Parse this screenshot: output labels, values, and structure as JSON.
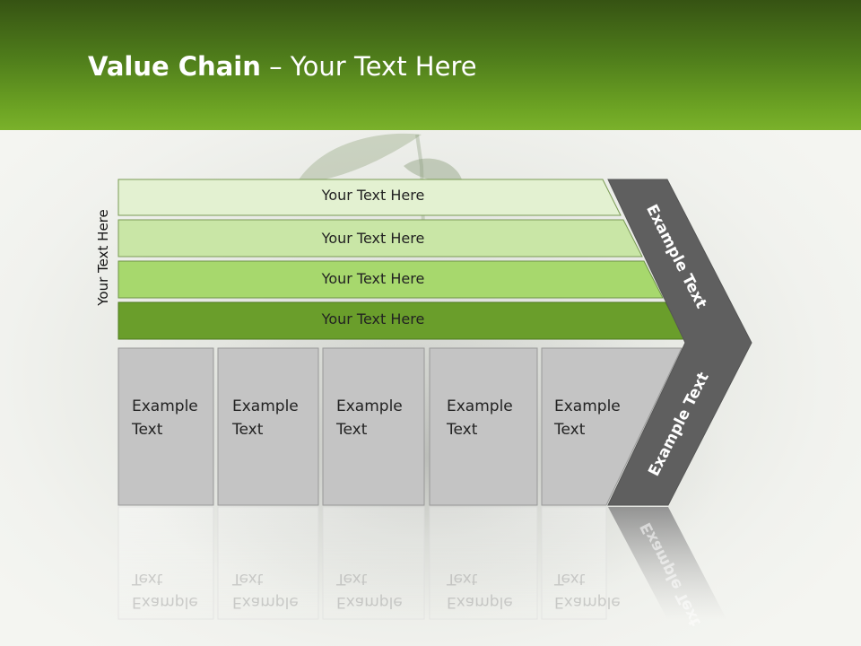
{
  "title": {
    "bold": "Value Chain",
    "rest": " – Your Text Here"
  },
  "side_label": "Your Text Here",
  "bars": [
    {
      "label": "Your Text Here",
      "color": "#e3f1d1"
    },
    {
      "label": "Your Text Here",
      "color": "#c9e6a6"
    },
    {
      "label": "Your Text Here",
      "color": "#a7d86d"
    },
    {
      "label": "Your Text Here",
      "color": "#6a9e2b"
    }
  ],
  "cards": [
    {
      "line1": "Example",
      "line2": "Text"
    },
    {
      "line1": "Example",
      "line2": "Text"
    },
    {
      "line1": "Example",
      "line2": "Text"
    },
    {
      "line1": "Example",
      "line2": "Text"
    },
    {
      "line1": "Example",
      "line2": "Text"
    }
  ],
  "chevron": {
    "upper_label": "Example Text",
    "lower_label": "Example Text",
    "color": "#5f5f5f"
  },
  "colors": {
    "header_top": "#365313",
    "header_bottom": "#7ab12b",
    "card_fill": "#c4c4c4"
  }
}
